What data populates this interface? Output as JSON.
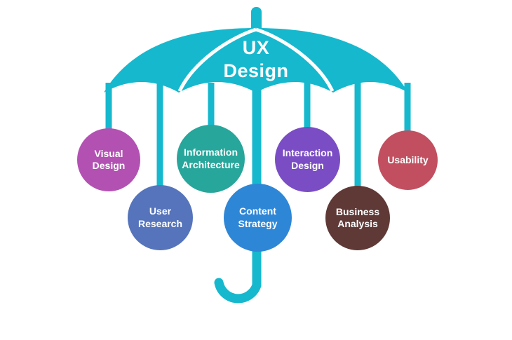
{
  "title": {
    "line1": "UX",
    "line2": "Design"
  },
  "umbrella": {
    "color": "#16b8ce",
    "rib_color": "#ffffff"
  },
  "circles": [
    {
      "label": "Visual Design",
      "color": "#b351b3"
    },
    {
      "label": "User Research",
      "color": "#5574bb"
    },
    {
      "label": "Information Architecture",
      "color": "#27a69b"
    },
    {
      "label": "Content Strategy",
      "color": "#2e86d6"
    },
    {
      "label": "Interaction Design",
      "color": "#7a4dc4"
    },
    {
      "label": "Business Analysis",
      "color": "#5f3936"
    },
    {
      "label": "Usability",
      "color": "#c14f60"
    }
  ]
}
